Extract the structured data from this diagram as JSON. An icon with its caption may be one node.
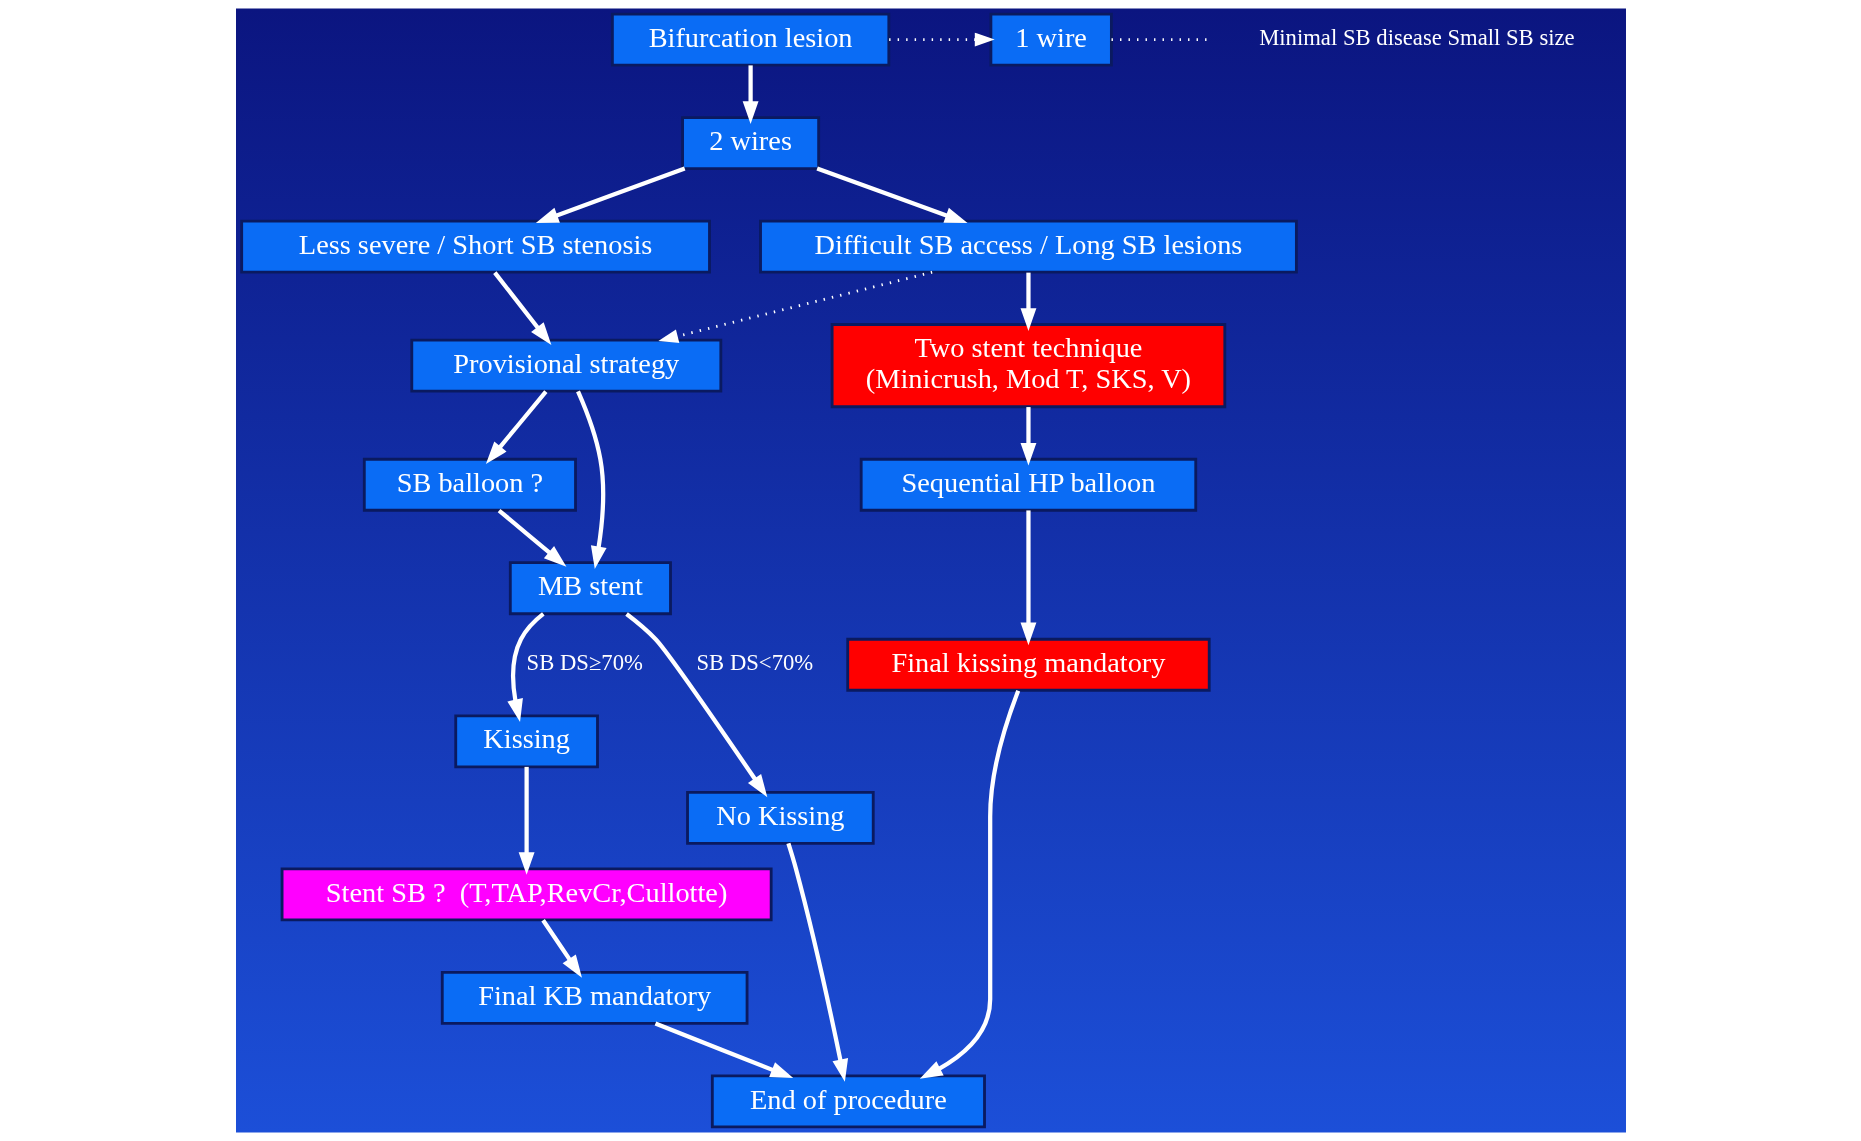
{
  "diagram": {
    "nodes": [
      {
        "text": [
          "Bifurcation lesion"
        ]
      },
      {
        "text": [
          "1 wire"
        ]
      },
      {
        "text": [
          "Minimal SB disease Small SB size"
        ]
      },
      {
        "text": [
          "2 wires"
        ]
      },
      {
        "text": [
          "Less severe / Short SB stenosis"
        ]
      },
      {
        "text": [
          "Difficult SB access / Long SB lesions"
        ]
      },
      {
        "text": [
          "Provisional strategy"
        ]
      },
      {
        "text": [
          "SB balloon ?"
        ]
      },
      {
        "text": [
          "MB stent"
        ]
      },
      {
        "text": [
          "Kissing"
        ]
      },
      {
        "text": [
          "No Kissing"
        ]
      },
      {
        "text": [
          "Stent SB ?  (T,TAP,RevCr,Cullotte)"
        ]
      },
      {
        "text": [
          "Final KB mandatory"
        ]
      },
      {
        "text": [
          "End of procedure"
        ]
      },
      {
        "text": [
          "Two stent technique",
          "(Minicrush, Mod T, SKS, V)"
        ]
      },
      {
        "text": [
          "Sequential HP balloon"
        ]
      },
      {
        "text": [
          "Final kissing mandatory"
        ]
      }
    ],
    "edges": [
      {
        "from": 0,
        "to": 1,
        "arrow": "to",
        "style": "dashed"
      },
      {
        "from": 1,
        "to": 2,
        "arrow": "none",
        "style": "dashed"
      },
      {
        "from": 0,
        "to": 3,
        "arrow": "to"
      },
      {
        "from": 3,
        "to": 4,
        "arrow": "to"
      },
      {
        "from": 3,
        "to": 5,
        "arrow": "to"
      },
      {
        "from": 4,
        "to": 6,
        "arrow": "to"
      },
      {
        "from": 5,
        "to": 6,
        "arrow": "to",
        "style": "dashed"
      },
      {
        "from": 5,
        "to": 14,
        "arrow": "to"
      },
      {
        "from": 6,
        "to": 8,
        "arrow": "to"
      },
      {
        "from": 6,
        "to": 7,
        "arrow": "to"
      },
      {
        "from": 7,
        "to": 8,
        "arrow": "to"
      },
      {
        "from": 8,
        "to": 9,
        "arrow": "to",
        "label": "SB DS≥70%"
      },
      {
        "from": 8,
        "to": 10,
        "arrow": "to",
        "label": "SB DS<70%"
      },
      {
        "from": 9,
        "to": 11,
        "arrow": "to"
      },
      {
        "from": 11,
        "to": 12,
        "arrow": "to"
      },
      {
        "from": 12,
        "to": 13,
        "arrow": "to"
      },
      {
        "from": 10,
        "to": 13,
        "arrow": "to"
      },
      {
        "from": 14,
        "to": 15,
        "arrow": "to"
      },
      {
        "from": 15,
        "to": 16,
        "arrow": "to"
      },
      {
        "from": 16,
        "to": 13,
        "arrow": "to"
      }
    ]
  }
}
